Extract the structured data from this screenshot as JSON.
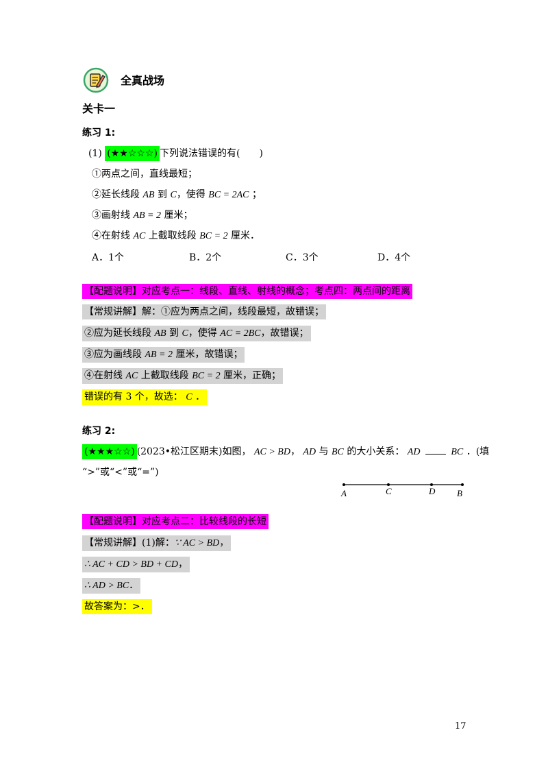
{
  "section": {
    "title": "全真战场",
    "level": "关卡一"
  },
  "ex1": {
    "title": "练习 1:",
    "q_num": "(1)",
    "stars": "(★★☆☆☆)",
    "stem": "下列说法错误的有(　　)",
    "s1": "①两点之间，直线最短；",
    "s2a": "②延长线段",
    "s2ab": "AB",
    "s2b": "到",
    "s2c": "C",
    "s2d": "，使得",
    "s2eq": "BC = 2AC",
    "s2e": "；",
    "s3a": "③画射线",
    "s3eq": "AB = 2",
    "s3b": "厘米；",
    "s4a": "④在射线",
    "s4ac": "AC",
    "s4b": "上截取线段",
    "s4eq": "BC = 2",
    "s4c": "厘米．",
    "opt_a": "A．1个",
    "opt_b": "B．2个",
    "opt_c": "C．3个",
    "opt_d": "D．4个",
    "peiti": "【配题说明】对应考点一：线段、直线、射线的概念；考点四：两点间的距离",
    "exp1": "【常规讲解】解：①应为两点之间，线段最短，故错误；",
    "exp2a": "②应为延长线段",
    "exp2ab": "AB",
    "exp2b": "到",
    "exp2c": "C",
    "exp2d": "，使得",
    "exp2eq": "AC = 2BC",
    "exp2e": "，故错误；",
    "exp3a": "③应为画线段",
    "exp3eq": "AB = 2",
    "exp3b": "厘米，故错误；",
    "exp4a": "④在射线",
    "exp4ac": "AC",
    "exp4b": "上截取线段",
    "exp4eq": "BC = 2",
    "exp4c": "厘米，正确；",
    "ans_a": "错误的有 3 个，故选：",
    "ans_c": "C",
    "ans_b": "．"
  },
  "ex2": {
    "title": "练习 2:",
    "stars": "(★★★☆☆)",
    "src": "(2023•松江区期末)如图，",
    "c1": "AC > BD",
    "t1": "，",
    "c2": "AD",
    "t2": "与",
    "c3": "BC",
    "t3": "的大小关系：",
    "c4": "AD",
    "c5": "BC",
    "t4": "．(填",
    "line2": "“>”或“<”或“=”)",
    "labels": [
      "A",
      "C",
      "D",
      "B"
    ],
    "peiti": "【配题说明】对应考点二：比较线段的长短",
    "exp1a": "【常规讲解】(1)解：",
    "exp1m": "∵ AC > BD",
    "exp1b": "，",
    "exp2m": "∴ AC + CD > BD + CD",
    "exp2b": "，",
    "exp3m": "∴ AD > BC",
    "exp3b": "．",
    "ans": "故答案为：>．"
  },
  "page_number": "17",
  "colors": {
    "green": "#00ff00",
    "magenta": "#ff00ff",
    "gray": "#d3d3d3",
    "yellow": "#ffff00"
  }
}
